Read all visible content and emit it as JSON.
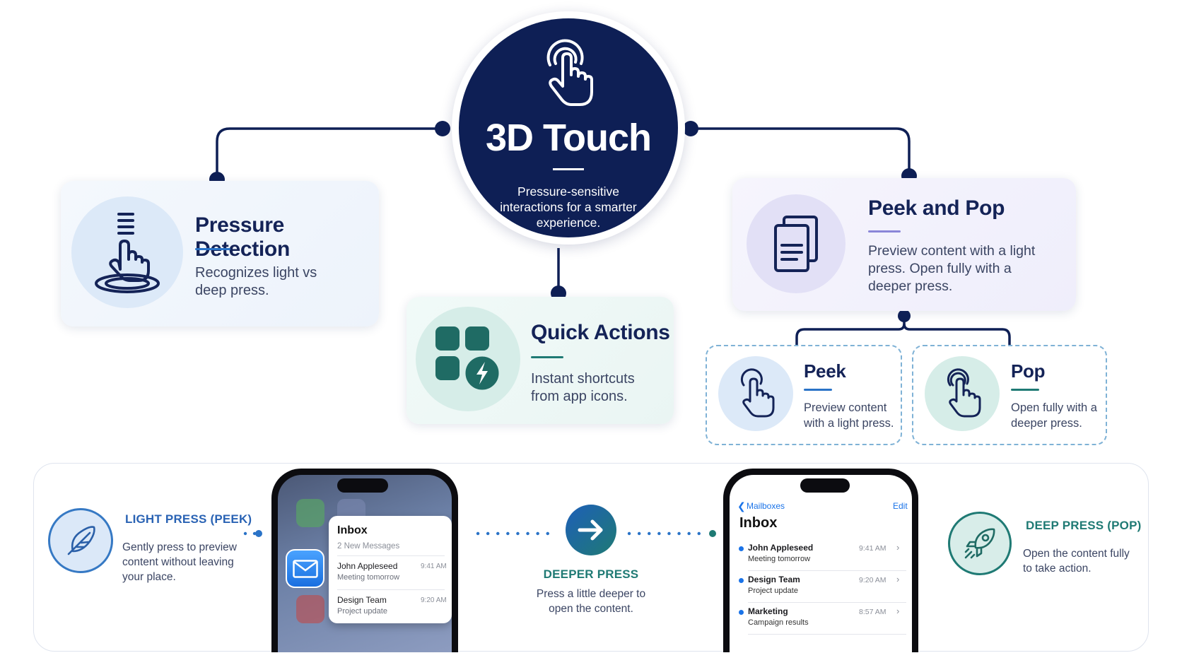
{
  "hub": {
    "title": "3D Touch",
    "subtitle": "Pressure-sensitive interactions for a smarter experience."
  },
  "cards": {
    "pressure": {
      "title": "Pressure Detection",
      "desc": "Recognizes light vs deep press.",
      "icon": "pressure-finger-icon"
    },
    "quick": {
      "title": "Quick Actions",
      "desc": "Instant shortcuts from app icons.",
      "icon": "app-grid-bolt-icon"
    },
    "peekpop": {
      "title": "Peek and Pop",
      "desc": "Preview content with a light press. Open fully with a deeper press.",
      "icon": "documents-icon"
    },
    "peek": {
      "title": "Peek",
      "desc": "Preview content with a light press.",
      "icon": "tap-finger-icon"
    },
    "pop": {
      "title": "Pop",
      "desc": "Open fully with a deeper press.",
      "icon": "tap-finger-icon"
    }
  },
  "bottom": {
    "light": {
      "heading": "LIGHT PRESS (PEEK)",
      "text": "Gently press to preview content without leaving your place.",
      "icon": "feather-icon"
    },
    "deeper": {
      "heading": "DEEPER PRESS",
      "text": "Press a little deeper to open the content.",
      "icon": "arrow-right-icon"
    },
    "deep": {
      "heading": "DEEP PRESS (POP)",
      "text": "Open the content fully to take action.",
      "icon": "rocket-icon"
    },
    "phone1": {
      "title": "Inbox",
      "subtitle": "2 New Messages",
      "messages": [
        {
          "name": "John Appleseed",
          "sub": "Meeting tomorrow",
          "time": "9:41 AM"
        },
        {
          "name": "Design Team",
          "sub": "Project update",
          "time": "9:20 AM"
        }
      ]
    },
    "phone2": {
      "back": "Mailboxes",
      "edit": "Edit",
      "title": "Inbox",
      "messages": [
        {
          "name": "John Appleseed",
          "sub": "Meeting tomorrow",
          "time": "9:41 AM"
        },
        {
          "name": "Design Team",
          "sub": "Project update",
          "time": "9:20 AM"
        },
        {
          "name": "Marketing",
          "sub": "Campaign results",
          "time": "8:57 AM"
        }
      ]
    }
  },
  "colors": {
    "navy": "#0e1f55",
    "blue": "#2a73c7",
    "teal": "#1f7a74",
    "purple": "#8a86d8"
  }
}
